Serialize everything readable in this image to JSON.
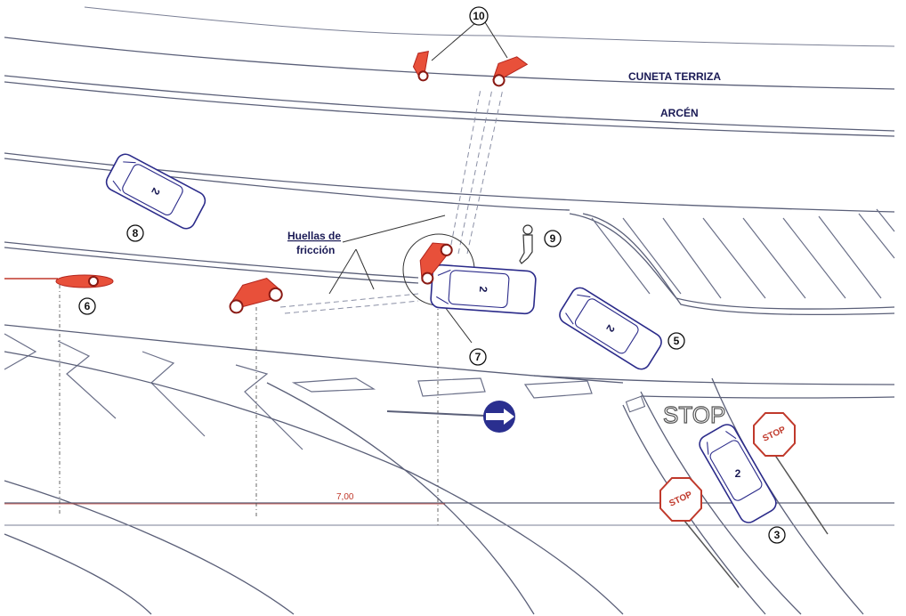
{
  "labels": {
    "cuneta": "CUNETA TERRIZA",
    "arcen": "ARCÉN",
    "huellas_1": "Huellas de",
    "huellas_2": "fricción",
    "stop_road": "STOP",
    "stop_sign": "STOP",
    "dimension": "7,00",
    "car_number": "2"
  },
  "markers": {
    "m3": "3",
    "m5": "5",
    "m6": "6",
    "m7": "7",
    "m8": "8",
    "m9": "9",
    "m10": "10"
  },
  "colors": {
    "road_line": "#5a5f78",
    "car": "#2b2b8a",
    "moto": "#e8503a",
    "sign_red": "#c0392b",
    "direction_sign": "#2a2f8f"
  }
}
